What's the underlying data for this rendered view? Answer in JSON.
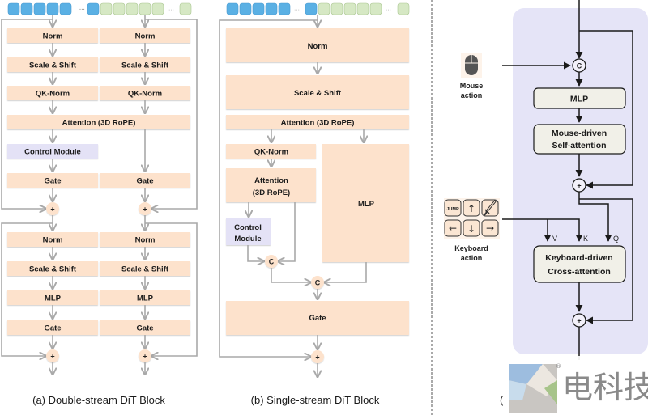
{
  "figure": {
    "panel_a": {
      "caption": "(a) Double-stream DiT Block",
      "left_column": [
        "Norm",
        "Scale & Shift",
        "QK-Norm"
      ],
      "right_column": [
        "Norm",
        "Scale & Shift",
        "QK-Norm"
      ],
      "shared": "Attention (3D RoPE)",
      "control_module": "Control Module",
      "gate_left": "Gate",
      "gate_right": "Gate",
      "second_left": [
        "Norm",
        "Scale & Shift",
        "MLP",
        "Gate"
      ],
      "second_right": [
        "Norm",
        "Scale & Shift",
        "MLP",
        "Gate"
      ],
      "add_symbol": "+",
      "ellipsis": "···"
    },
    "panel_b": {
      "caption": "(b) Single-stream DiT Block",
      "norm": "Norm",
      "scale_shift": "Scale & Shift",
      "attention_top": "Attention (3D RoPE)",
      "qk_norm": "QK-Norm",
      "attention_line1": "Attention",
      "attention_line2": "(3D RoPE)",
      "control_line1": "Control",
      "control_line2": "Module",
      "mlp": "MLP",
      "gate": "Gate",
      "concat_symbol": "C",
      "add_symbol": "+",
      "ellipsis": "···"
    },
    "panel_c": {
      "caption_partial": "(",
      "mouse_label_line1": "Mouse",
      "mouse_label_line2": "action",
      "keyboard_label_line1": "Keyboard",
      "keyboard_label_line2": "action",
      "mlp": "MLP",
      "mouse_attn_line1": "Mouse-driven",
      "mouse_attn_line2": "Self-attention",
      "kb_attn_line1": "Keyboard-driven",
      "kb_attn_line2": "Cross-attention",
      "concat_symbol": "C",
      "add_symbol": "+",
      "v_label": "V",
      "k_label": "K",
      "q_label": "Q",
      "keys": [
        "JUMP",
        "↑",
        "sword",
        "←",
        "↓",
        "→"
      ]
    },
    "watermark": {
      "text": "电科技",
      "registered": "®"
    },
    "colors": {
      "peach": "#fde2cc",
      "lavender": "#e4e2f6",
      "token_blue": "#5ab0e4",
      "token_green": "#d6e8c4",
      "panel_c_bg": "#e5e4f7",
      "arrow_gray": "#a9a9a9"
    }
  }
}
